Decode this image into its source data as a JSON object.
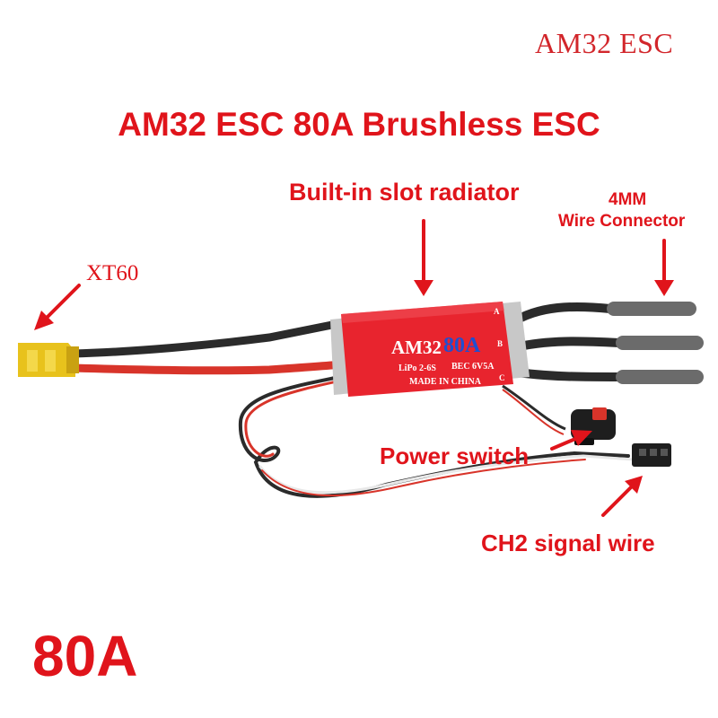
{
  "brand_watermark": "AM32 ESC",
  "title": "AM32 ESC 80A Brushless ESC",
  "labels": {
    "radiator": "Built-in slot radiator",
    "connector_size": "4MM",
    "connector_name": "Wire Connector",
    "xt60": "XT60",
    "power_switch": "Power switch",
    "signal_wire": "CH2 signal wire"
  },
  "rating": "80A",
  "esc_label": {
    "brand": "AM32",
    "current": "80A",
    "spec_lipo": "LiPo 2-6S",
    "spec_bec": "BEC 6V5A",
    "origin": "MADE IN CHINA",
    "phase_a": "A",
    "phase_b": "B",
    "phase_c": "C"
  },
  "colors": {
    "accent_red": "#e0141b",
    "esc_body": "#e8242e",
    "xt60_yellow": "#e8c21c",
    "wire_black": "#2b2b2b",
    "wire_red": "#d8342a",
    "heatshrink_grey": "#6b6b6b"
  }
}
